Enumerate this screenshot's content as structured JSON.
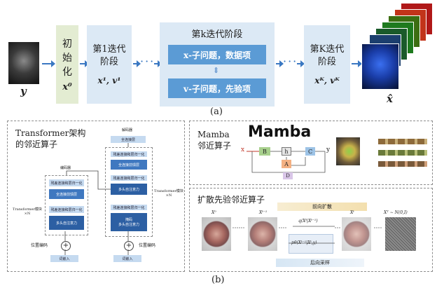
{
  "top": {
    "input_var": "y",
    "init_label": "初始化",
    "init_var": "x⁰",
    "stage1_label": "第1迭代阶段",
    "stage1_var": "x¹, v¹",
    "stagek_title": "第k迭代阶段",
    "stagek_x": "x-子问题，数据项",
    "stagek_v": "v-子问题，先验项",
    "stageK_label": "第K迭代阶段",
    "stageK_var": "xᴷ, vᴷ",
    "output_var": "x̂",
    "caption": "(a)"
  },
  "transformer": {
    "title": "Transformer架构\n的邻近算子",
    "encoder": "编码器",
    "decoder": "解码器",
    "module_left": "Transformer模块\n×N",
    "module_right": "Transformer模块\n×N",
    "residual_norm": "残差连接和层归一化",
    "ffn": "全连接前馈层",
    "mhsa": "多头自注意力",
    "masked_mhsa": "掩码\n多头自注意力",
    "fc_layer": "全连接层",
    "pos_enc": "位置编码",
    "word_embed": "词嵌入"
  },
  "mamba": {
    "title": "Mamba\n邻近算子",
    "logo": "Mamba",
    "x": "x",
    "y": "y",
    "B": "B",
    "h": "h",
    "C": "C",
    "A": "A",
    "D": "D"
  },
  "diffusion": {
    "title": "扩散先验邻近算子",
    "forward": "前向扩散",
    "backward": "后向采样",
    "x0": "X⁰",
    "xt1": "Xᵗ⁻¹",
    "xt": "Xᵗ",
    "xT": "Xᵀ ∼ N(0,I)",
    "q": "q(Xᵗ|Xᵗ⁻¹)",
    "p": "pθ(Xᵗ⁻¹|Xᵗ,y)"
  },
  "caption_b": "(b)",
  "colors": {
    "accent": "#3a78c2",
    "block_light": "#dce9f5",
    "block_green": "#e3ecd2",
    "block_dark": "#5b9bd5"
  }
}
